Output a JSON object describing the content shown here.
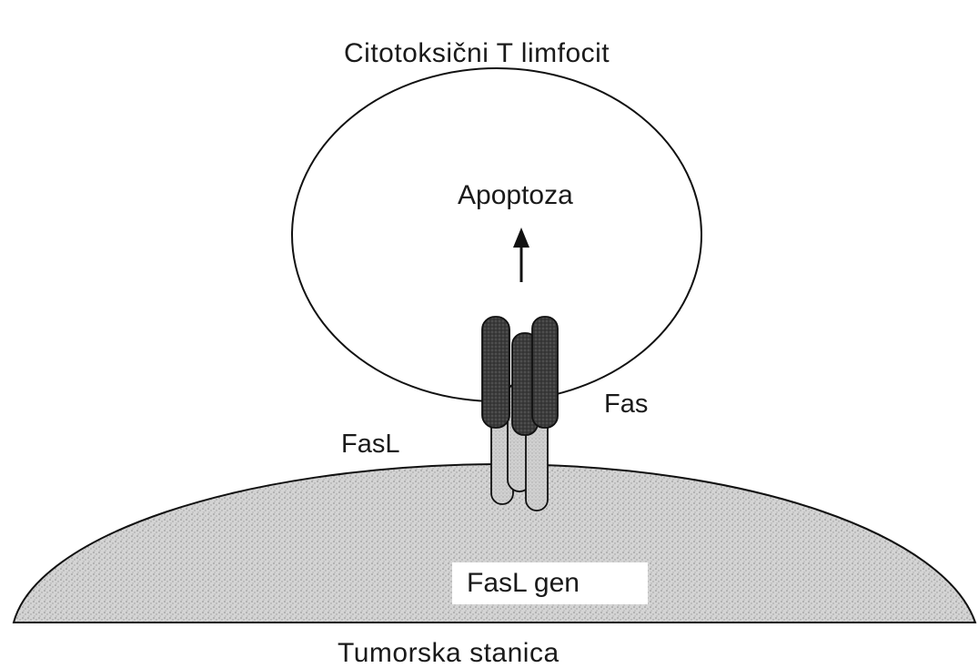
{
  "labels": {
    "t_cell": "Citotoksični T limfocit",
    "apoptosis": "Apoptoza",
    "receptor": "Fas",
    "ligand": "FasL",
    "gene": "FasL gen",
    "tumor_cell": "Tumorska stanica"
  },
  "colors": {
    "outline": "#111111",
    "tumor_fill": "#d2d2d2",
    "receptor_fill": "#3a3a3a",
    "ligand_fill": "#cfcfcf",
    "background": "#ffffff"
  },
  "icons": {
    "arrow": "arrow-up-icon"
  }
}
